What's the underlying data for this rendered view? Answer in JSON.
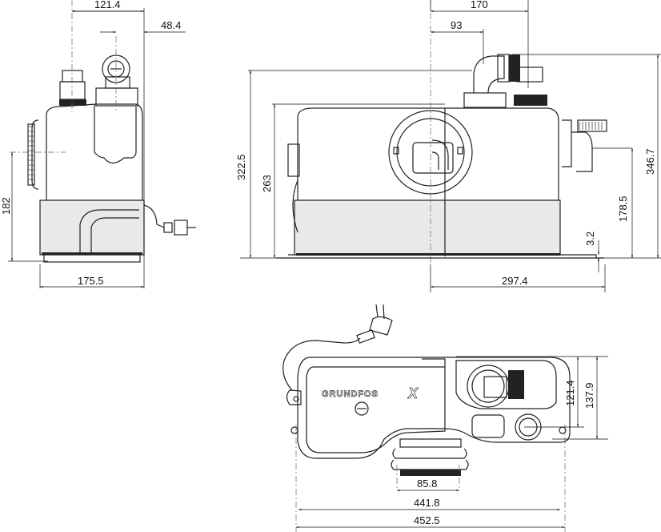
{
  "side_view": {
    "dims": {
      "top_width": "121.4",
      "outlet_offset": "48.4",
      "inlet_height": "182",
      "depth": "175.5"
    }
  },
  "front_view": {
    "dims": {
      "outlet_to_edge": "170",
      "outlet_offset": "93",
      "height_total": "322.5",
      "height_body": "263",
      "height_max": "346.7",
      "inlet_height": "178.5",
      "foot_height": "3.2",
      "half_width": "297.4"
    }
  },
  "top_view": {
    "logo": "GRUNDFOS",
    "logo_mark": "X",
    "dims": {
      "inner_depth": "121.4",
      "outer_depth": "137.9",
      "inlet_diameter": "85.8",
      "mount_width": "441.8",
      "overall_width": "452.5"
    }
  }
}
